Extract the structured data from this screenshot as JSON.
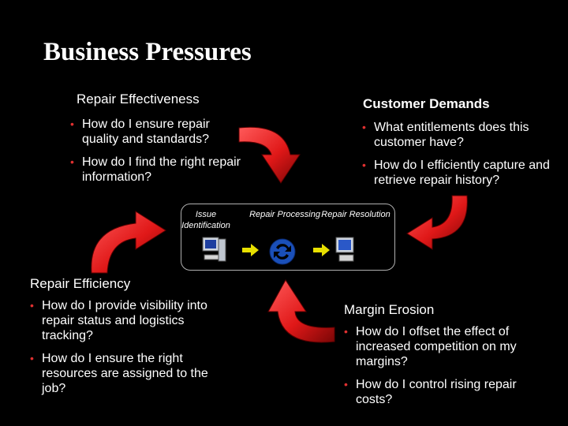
{
  "title": "Business Pressures",
  "sections": {
    "repair_effectiveness": {
      "heading": "Repair Effectiveness",
      "bullets": [
        "How do I ensure repair quality and standards?",
        "How do I find the right repair information?"
      ]
    },
    "customer_demands": {
      "heading": "Customer Demands",
      "bullets": [
        "What entitlements does this customer have?",
        "How do I efficiently capture and retrieve repair history?"
      ]
    },
    "repair_efficiency": {
      "heading": "Repair Efficiency",
      "bullets": [
        "How do I provide visibility into repair status and logistics tracking?",
        "How do I ensure the right resources are assigned to the job?"
      ]
    },
    "margin_erosion": {
      "heading": "Margin Erosion",
      "bullets": [
        "How do I offset the effect of increased competition on my margins?",
        "How do I control rising repair costs?"
      ]
    }
  },
  "process": {
    "steps": [
      "Issue Identification",
      "Repair Processing",
      "Repair Resolution"
    ]
  },
  "colors": {
    "arrow": "#e01818",
    "bullet": "#e03030",
    "flow_arrow": "#e8e000",
    "cycle": "#1a4fb8"
  },
  "icons": [
    "curved-arrow-icon",
    "flow-arrow-icon",
    "computer-icon",
    "cycle-icon"
  ]
}
